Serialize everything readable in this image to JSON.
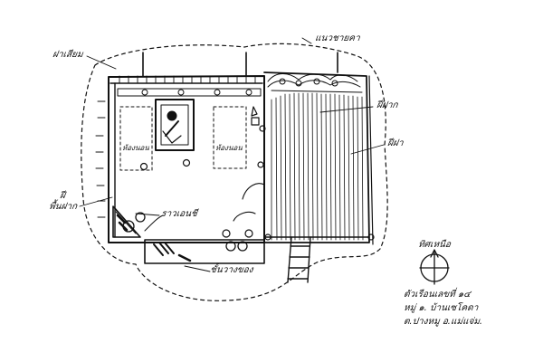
{
  "labels": {
    "top_right": "แนวชายคา",
    "top_left": "ฝาเสียม",
    "right_upper": "ฝีฝาก",
    "right_lower": "ฝีฝา",
    "left_mid": "พื้นฝาก",
    "left_mid_prefix": "ฝี",
    "center_lower": "ราวเอนชี",
    "bottom_center": "ชั้นวางของ",
    "room_left": "ห้องนอน",
    "room_right": "ห้องนอน"
  },
  "legend": {
    "title": "ทิศเหนือ",
    "lines": [
      "ตัวเรือนเลขที่ ๑๔",
      "หมู่ ๑. บ้านเซโคดา",
      "ต.ปางหมู อ.แม่แจ่ม."
    ]
  },
  "colors": {
    "ink": "#111111",
    "paper": "#ffffff"
  }
}
